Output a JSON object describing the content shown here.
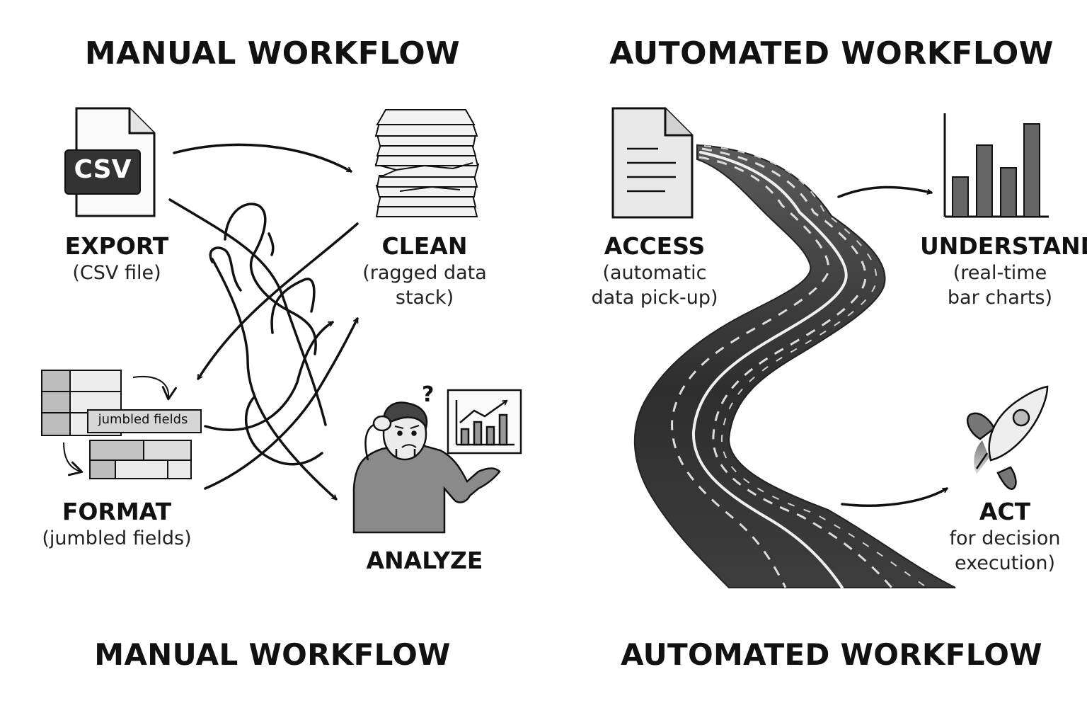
{
  "manual": {
    "title": "MANUAL WORKFLOW",
    "footer": "MANUAL WORKFLOW",
    "csv_badge": "CSV",
    "jumble_box": "jumbled fields",
    "question_mark": "?",
    "steps": {
      "export": {
        "label": "EXPORT",
        "sub": [
          "(CSV file)"
        ],
        "icon": "csv-file-icon"
      },
      "clean": {
        "label": "CLEAN",
        "sub": [
          "(ragged data",
          "stack)"
        ],
        "icon": "paper-stack-icon"
      },
      "format": {
        "label": "FORMAT",
        "sub": [
          "(jumbled fields)"
        ],
        "icon": "jumbled-table-icon"
      },
      "analyze": {
        "label": "ANALYZE",
        "sub": [],
        "icon": "confused-person-icon"
      }
    }
  },
  "automated": {
    "title": "AUTOMATED WORKFLOW",
    "footer": "AUTOMATED WORKFLOW",
    "steps": {
      "access": {
        "label": "ACCESS",
        "sub": [
          "(automatic",
          "data pick-up)"
        ],
        "icon": "document-icon"
      },
      "understand": {
        "label": "UNDERSTAND",
        "sub": [
          "(real-time",
          "bar charts)"
        ],
        "icon": "bar-chart-icon"
      },
      "act": {
        "label": "ACT",
        "sub": [
          "for decision",
          "execution)"
        ],
        "icon": "rocket-icon"
      }
    },
    "road_icon": "winding-road-icon"
  },
  "colors": {
    "ink": "#111111",
    "dark_fill": "#333333",
    "mid_gray": "#888888",
    "light_gray": "#c9c9c9",
    "road": "#3a3a3a"
  }
}
